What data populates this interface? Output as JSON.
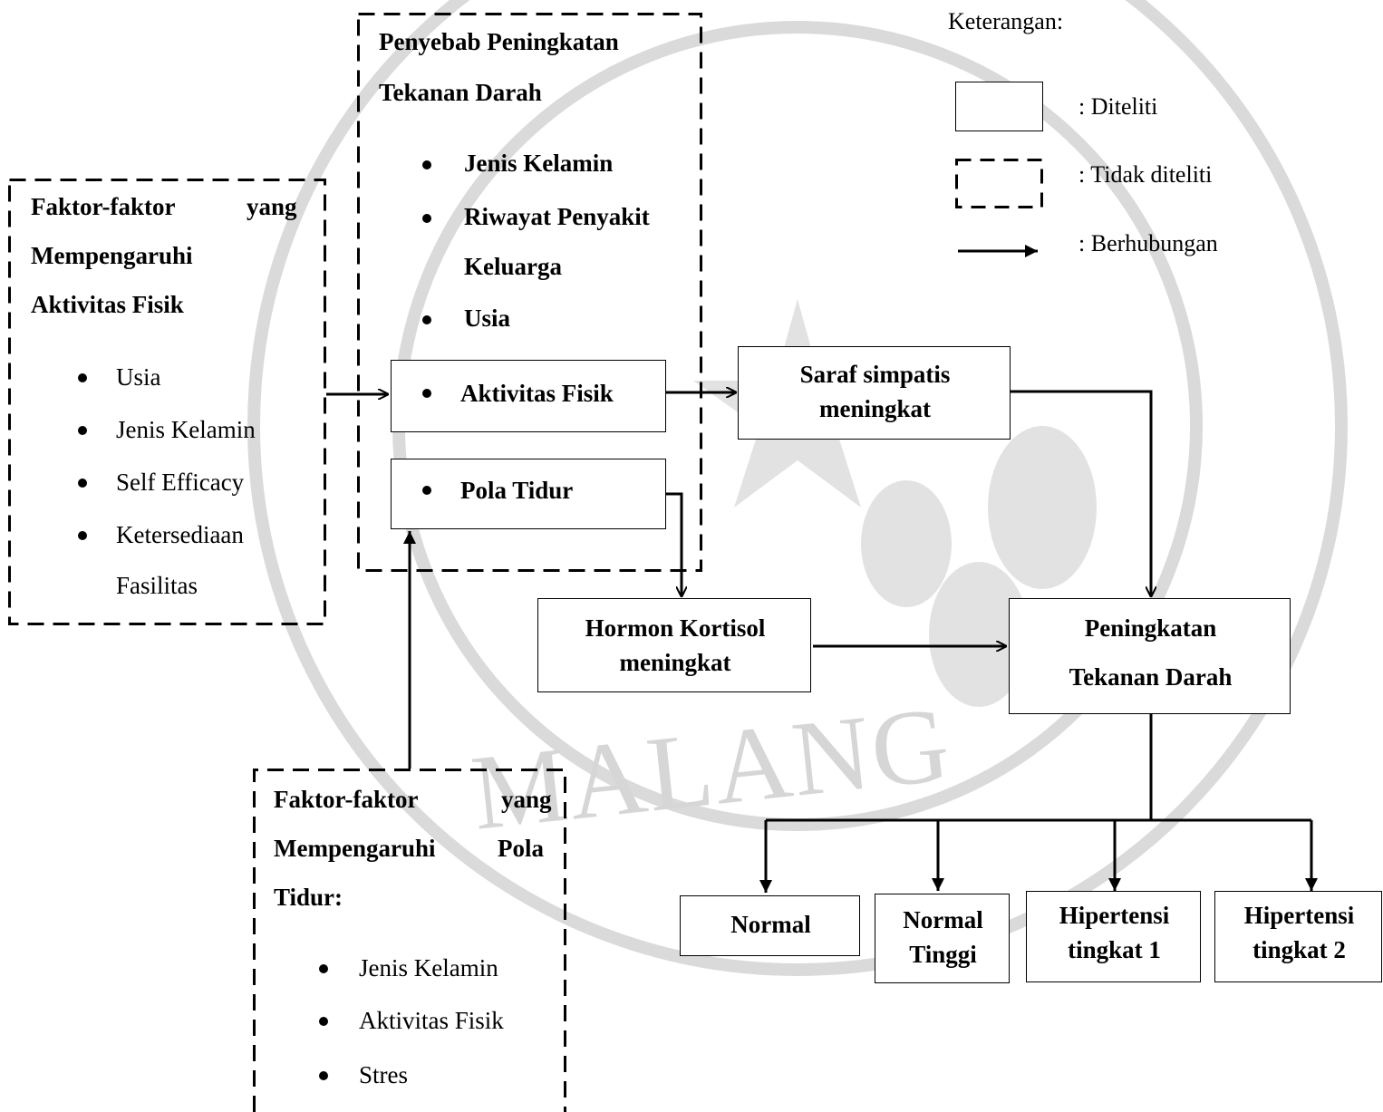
{
  "legend": {
    "title": "Keterangan:",
    "items": [
      {
        "type": "solid",
        "label": ": Diteliti"
      },
      {
        "type": "dashed",
        "label": ": Tidak diteliti"
      },
      {
        "type": "arrow",
        "label": ": Berhubungan"
      }
    ]
  },
  "watermark": {
    "text": "MALANG",
    "color": "#d6d6d6"
  },
  "factors_activity": {
    "title_line1_left": "Faktor-faktor",
    "title_line1_right": "yang",
    "title_line2": "Mempengaruhi",
    "title_line3": "Aktivitas Fisik",
    "items": [
      "Usia",
      "Jenis Kelamin",
      "Self Efficacy",
      "Ketersediaan",
      "Fasilitas"
    ]
  },
  "causes": {
    "title_line1": "Penyebab Peningkatan",
    "title_line2": "Tekanan Darah",
    "items": [
      "Jenis Kelamin",
      "Riwayat Penyakit",
      "Keluarga",
      "Usia"
    ]
  },
  "nodes": {
    "aktivitas": "Aktivitas Fisik",
    "pola_tidur": "Pola Tidur",
    "saraf_line1": "Saraf simpatis",
    "saraf_line2": "meningkat",
    "hormon_line1": "Hormon Kortisol",
    "hormon_line2": "meningkat",
    "tekanan_line1": "Peningkatan",
    "tekanan_line2": "Tekanan Darah",
    "normal": "Normal",
    "normal_tinggi_line1": "Normal",
    "normal_tinggi_line2": "Tinggi",
    "ht1_line1": "Hipertensi",
    "ht1_line2": "tingkat 1",
    "ht2_line1": "Hipertensi",
    "ht2_line2": "tingkat 2"
  },
  "factors_sleep": {
    "title_line1_left": "Faktor-faktor",
    "title_line1_right": "yang",
    "title_line2_left": "Mempengaruhi",
    "title_line2_right": "Pola",
    "title_line3": "Tidur:",
    "items": [
      "Jenis Kelamin",
      "Aktivitas Fisik",
      "Stres"
    ]
  }
}
